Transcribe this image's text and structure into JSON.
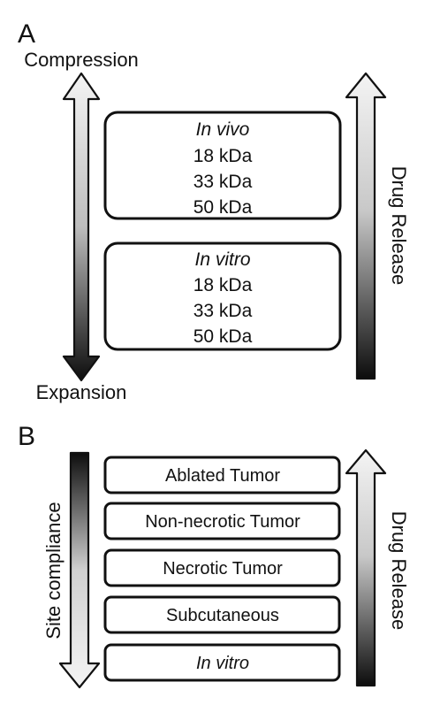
{
  "panel_a": {
    "letter": "A",
    "top_label": "Compression",
    "bottom_label": "Expansion",
    "in_vivo_box": {
      "heading": "In vivo",
      "items": [
        "18 kDa",
        "33 kDa",
        "50 kDa"
      ]
    },
    "in_vitro_box": {
      "heading": "In vitro",
      "items": [
        "18 kDa",
        "33 kDa",
        "50 kDa"
      ]
    },
    "right_arrow_label": "Drug Release"
  },
  "panel_b": {
    "letter": "B",
    "left_arrow_label": "Site compliance",
    "right_arrow_label": "Drug Release",
    "boxes": [
      "Ablated Tumor",
      "Non-necrotic Tumor",
      "Necrotic Tumor",
      "Subcutaneous",
      "In vitro"
    ]
  },
  "colors": {
    "stroke": "#111111",
    "gradient_light": "#f2f2f2",
    "gradient_dark": "#111111"
  }
}
